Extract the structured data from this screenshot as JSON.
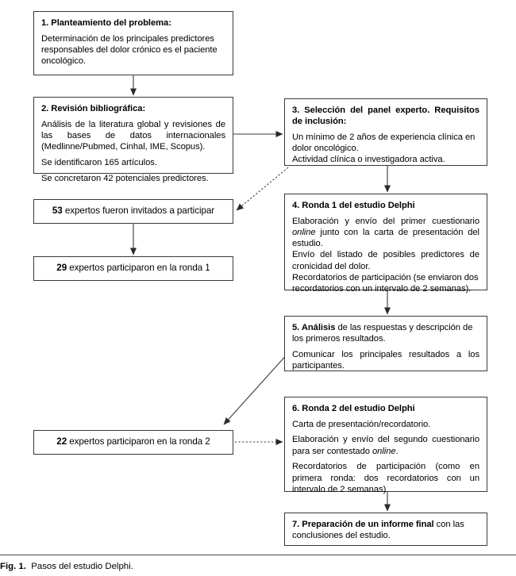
{
  "figure": {
    "caption_label": "Fig. 1.",
    "caption_text": "Pasos del estudio Delphi."
  },
  "nodes": {
    "step1": {
      "heading": "1. Planteamiento del problema:",
      "body": "Determinación de los principales predictores responsables del dolor crónico es el paciente oncológico."
    },
    "step2": {
      "heading": "2. Revisión bibliográfica:",
      "line1": "Análisis de la literatura global y revisiones de las bases de datos internacionales (Medlinne/Pubmed, Cinhal, IME, Scopus).",
      "line2": "Se identificaron 165 artículos.",
      "line3": "Se concretaron 42 potenciales predictores."
    },
    "step3": {
      "heading": "3. Selección del panel experto. Requisitos de inclusión:",
      "line1": "Un mínimo de 2 años de experiencia clínica en dolor oncológico.",
      "line2": "Actividad clínica o investigadora activa."
    },
    "step4": {
      "heading": "4. Ronda 1 del estudio Delphi",
      "line1_a": "Elaboración y envío del primer cuestionario ",
      "line1_em": "online",
      "line1_b": " junto con la carta de presentación del estudio.",
      "line2": "Envío del listado de posibles predictores de cronicidad del dolor.",
      "line3": "Recordatorios de participación (se enviaron dos recordatorios con un intervalo de 2 semanas)."
    },
    "step5": {
      "heading": "5. Análisis",
      "heading_rest": " de las respuestas y descripción de los primeros resultados.",
      "line2": "Comunicar los principales resultados a los participantes."
    },
    "step6": {
      "heading": "6. Ronda 2 del estudio Delphi",
      "line1": "Carta de presentación/recordatorio.",
      "line2_a": "Elaboración y envío del segundo cuestionario para ser contestado ",
      "line2_em": "online",
      "line2_b": ".",
      "line3": "Recordatorios de participación (como en primera ronda: dos recordatorios con un intervalo de 2 semanas)"
    },
    "step7": {
      "heading": "7. Preparación de un informe final",
      "heading_rest": " con las conclusiones del estudio."
    },
    "invited": {
      "number": "53",
      "text": " expertos fueron invitados a participar"
    },
    "round1_participants": {
      "number": "29",
      "text": " expertos participaron en la ronda 1"
    },
    "round2_participants": {
      "number": "22",
      "text": " expertos participaron en la ronda 2"
    }
  },
  "connectors": [
    {
      "name": "arrow-step1-to-step2",
      "style": "solid"
    },
    {
      "name": "arrow-step2-to-step3",
      "style": "solid"
    },
    {
      "name": "arrow-step3-to-invited",
      "style": "dotted"
    },
    {
      "name": "arrow-step3-to-step4",
      "style": "solid"
    },
    {
      "name": "arrow-invited-to-round1",
      "style": "solid"
    },
    {
      "name": "arrow-step4-to-step5",
      "style": "solid"
    },
    {
      "name": "arrow-step5-to-round2",
      "style": "solid"
    },
    {
      "name": "arrow-round2-to-step6",
      "style": "dotted"
    },
    {
      "name": "arrow-step6-to-step7",
      "style": "solid"
    }
  ],
  "colors": {
    "stroke": "#3a3a3a",
    "text": "#000000",
    "background": "#ffffff"
  }
}
